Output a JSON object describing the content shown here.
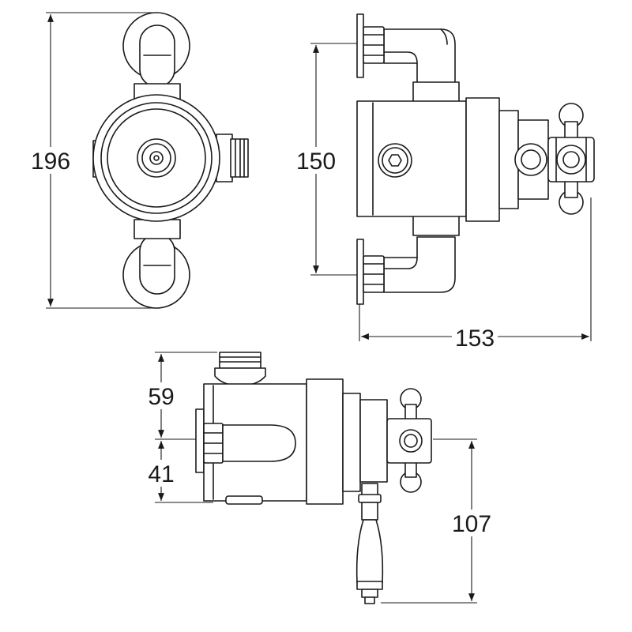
{
  "dimensions": {
    "front_height": "196",
    "side_height": "150",
    "side_width": "153",
    "bottom_upper": "59",
    "bottom_lower": "41",
    "handle_drop": "107"
  }
}
